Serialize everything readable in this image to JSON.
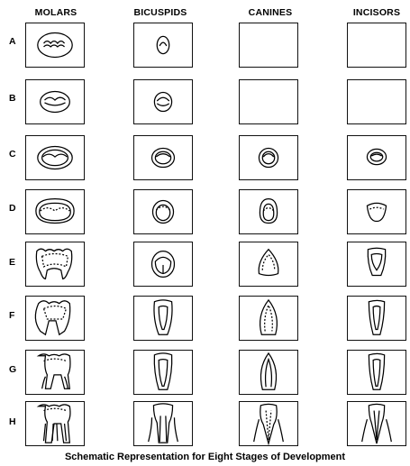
{
  "columns": [
    "MOLARS",
    "BICUSPIDS",
    "CANINES",
    "INCISORS"
  ],
  "rows": [
    {
      "label": "A",
      "cells": [
        "molar-crypt-early",
        "bicuspid-crypt-early",
        "",
        ""
      ]
    },
    {
      "label": "B",
      "cells": [
        "molar-cusp-fusion",
        "bicuspid-cusp-fusion",
        "",
        ""
      ]
    },
    {
      "label": "C",
      "cells": [
        "molar-occlusal-outline",
        "bicuspid-cusp-outline",
        "canine-cusp-outline",
        "incisor-incisal-outline"
      ]
    },
    {
      "label": "D",
      "cells": [
        "molar-crown-half",
        "bicuspid-crown-half",
        "canine-crown-half",
        "incisor-crown-half"
      ]
    },
    {
      "label": "E",
      "cells": [
        "molar-crown-complete",
        "bicuspid-crown-complete",
        "canine-crown-complete",
        "incisor-crown-complete"
      ]
    },
    {
      "label": "F",
      "cells": [
        "molar-root-quarter",
        "bicuspid-root-quarter",
        "canine-root-quarter",
        "incisor-root-quarter"
      ]
    },
    {
      "label": "G",
      "cells": [
        "molar-root-half",
        "bicuspid-root-half",
        "canine-root-half",
        "incisor-root-half"
      ]
    },
    {
      "label": "H",
      "cells": [
        "molar-root-complete",
        "bicuspid-root-complete",
        "canine-root-complete",
        "incisor-root-complete"
      ]
    }
  ],
  "caption": "Schematic Representation for Eight Stages of Development"
}
